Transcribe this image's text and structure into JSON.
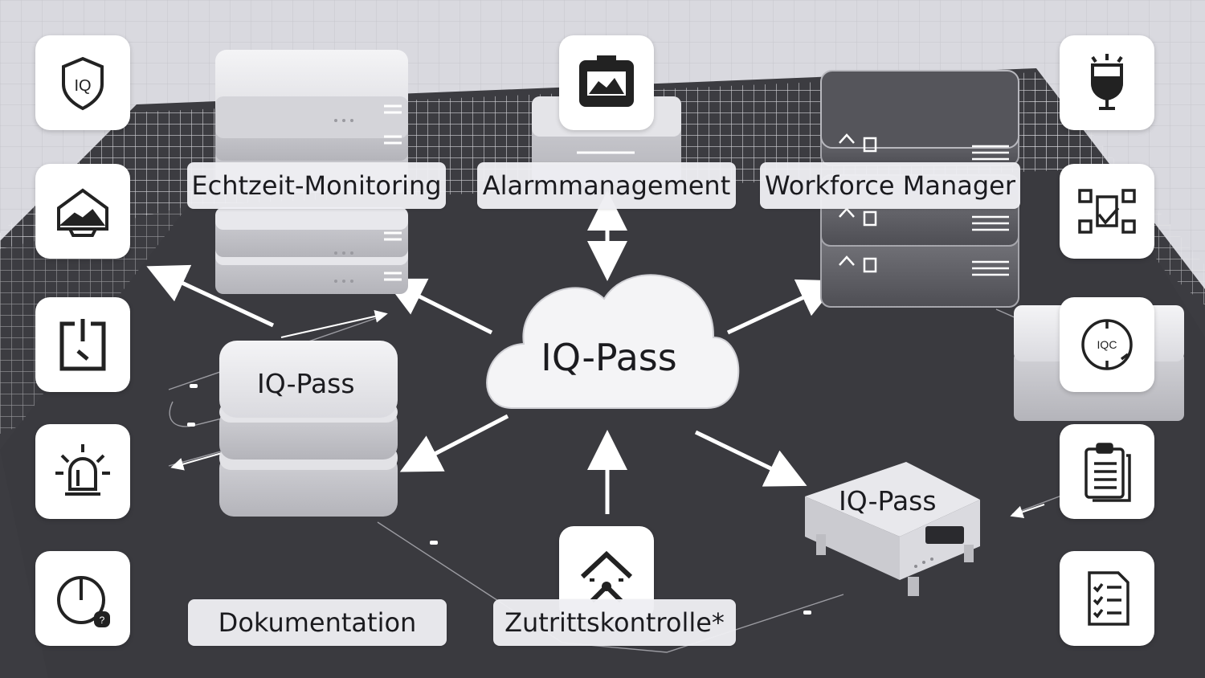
{
  "diagram": {
    "hub": {
      "label": "IQ-Pass"
    },
    "labels": {
      "echtzeit": "Echtzeit-Monitoring",
      "alarm": "Alarmmanagement",
      "workforce": "Workforce Manager",
      "doku": "Dokumentation",
      "zutritt": "Zutrittskontrolle*"
    },
    "devices": {
      "left_stack": "IQ-Pass",
      "router": "IQ-Pass"
    },
    "left_icons": [
      "iq-shield-icon",
      "home-alarm-icon",
      "door-access-icon",
      "siren-icon",
      "stopwatch-icon"
    ],
    "right_icons": [
      "trophy-shield-icon",
      "workflow-icon",
      "iqc-globe-icon",
      "clipboard-icon",
      "checklist-icon"
    ],
    "top_icons": [
      "alarm-monitor-icon",
      "house-access-icon"
    ],
    "icon_text": {
      "shield": "IQ",
      "globe": "IQC",
      "stopwatch_badge": "?"
    },
    "colors": {
      "platform": "#3c3c41",
      "background": "#d9d9df",
      "tile": "#ffffff",
      "arrow": "#ffffff",
      "ink": "#1b1b1f"
    }
  }
}
